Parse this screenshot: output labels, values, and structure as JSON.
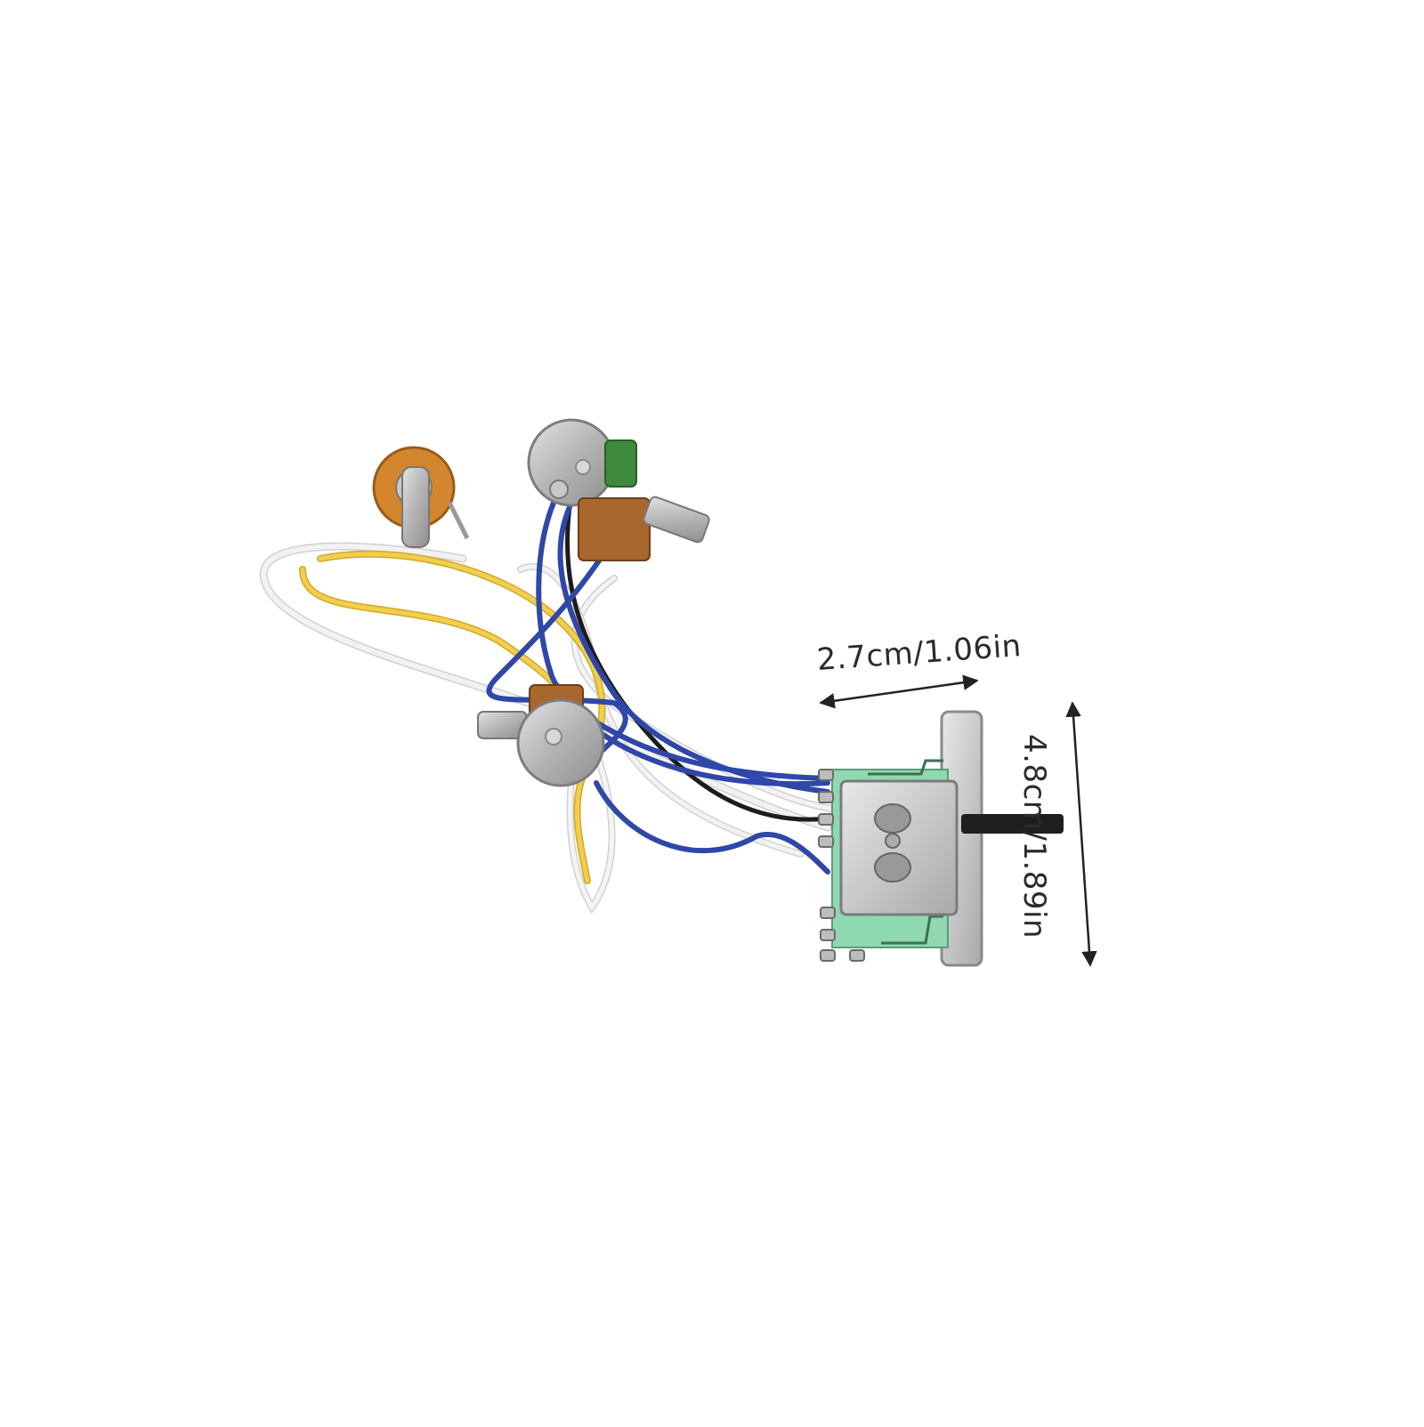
{
  "photo": {
    "subject": "guitar-wiring-harness",
    "width_label": "2.7cm/1.06in",
    "height_label": "4.8cm/1.89in",
    "colors": {
      "background": "#ffffff",
      "wire_blue": "#2f47a8",
      "wire_yellow": "#e8c23a",
      "wire_white": "#e6e6e6",
      "wire_black": "#1c1c1c",
      "pcb_green": "#8fd9b0",
      "metal": "#b9b9b9",
      "arrow": "#222222"
    }
  }
}
